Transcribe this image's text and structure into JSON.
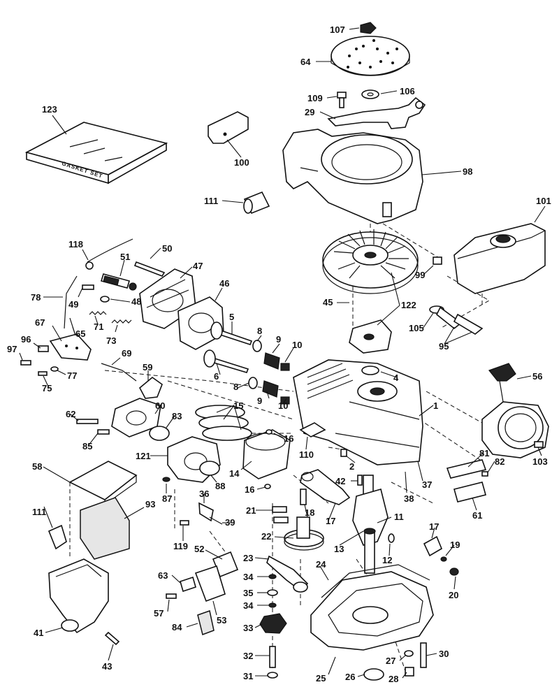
{
  "diagram": {
    "kit_label": "GASKET SET",
    "callouts": [
      {
        "id": "107",
        "label": "107"
      },
      {
        "id": "64",
        "label": "64"
      },
      {
        "id": "109",
        "label": "109"
      },
      {
        "id": "106",
        "label": "106"
      },
      {
        "id": "29",
        "label": "29"
      },
      {
        "id": "123",
        "label": "123"
      },
      {
        "id": "100",
        "label": "100"
      },
      {
        "id": "98",
        "label": "98"
      },
      {
        "id": "111a",
        "label": "111"
      },
      {
        "id": "101",
        "label": "101"
      },
      {
        "id": "118",
        "label": "118"
      },
      {
        "id": "50",
        "label": "50"
      },
      {
        "id": "51",
        "label": "51"
      },
      {
        "id": "47",
        "label": "47"
      },
      {
        "id": "99",
        "label": "99"
      },
      {
        "id": "78",
        "label": "78"
      },
      {
        "id": "49",
        "label": "49"
      },
      {
        "id": "48",
        "label": "48"
      },
      {
        "id": "46",
        "label": "46"
      },
      {
        "id": "45",
        "label": "45"
      },
      {
        "id": "122",
        "label": "122"
      },
      {
        "id": "67",
        "label": "67"
      },
      {
        "id": "71",
        "label": "71"
      },
      {
        "id": "73",
        "label": "73"
      },
      {
        "id": "5",
        "label": "5"
      },
      {
        "id": "65",
        "label": "65"
      },
      {
        "id": "96",
        "label": "96"
      },
      {
        "id": "97",
        "label": "97"
      },
      {
        "id": "8a",
        "label": "8"
      },
      {
        "id": "9a",
        "label": "9"
      },
      {
        "id": "10a",
        "label": "10"
      },
      {
        "id": "105",
        "label": "105"
      },
      {
        "id": "95",
        "label": "95"
      },
      {
        "id": "69",
        "label": "69"
      },
      {
        "id": "77",
        "label": "77"
      },
      {
        "id": "75",
        "label": "75"
      },
      {
        "id": "6",
        "label": "6"
      },
      {
        "id": "4",
        "label": "4"
      },
      {
        "id": "59",
        "label": "59"
      },
      {
        "id": "8b",
        "label": "8"
      },
      {
        "id": "9b",
        "label": "9"
      },
      {
        "id": "10b",
        "label": "10"
      },
      {
        "id": "56",
        "label": "56"
      },
      {
        "id": "62",
        "label": "62"
      },
      {
        "id": "60",
        "label": "60"
      },
      {
        "id": "15",
        "label": "15"
      },
      {
        "id": "1",
        "label": "1"
      },
      {
        "id": "83",
        "label": "83"
      },
      {
        "id": "85",
        "label": "85"
      },
      {
        "id": "16a",
        "label": "16"
      },
      {
        "id": "121",
        "label": "121"
      },
      {
        "id": "110",
        "label": "110"
      },
      {
        "id": "14",
        "label": "14"
      },
      {
        "id": "2",
        "label": "2"
      },
      {
        "id": "81",
        "label": "81"
      },
      {
        "id": "82",
        "label": "82"
      },
      {
        "id": "58",
        "label": "58"
      },
      {
        "id": "103",
        "label": "103"
      },
      {
        "id": "37",
        "label": "37"
      },
      {
        "id": "88",
        "label": "88"
      },
      {
        "id": "87",
        "label": "87"
      },
      {
        "id": "42",
        "label": "42"
      },
      {
        "id": "16b",
        "label": "16"
      },
      {
        "id": "36",
        "label": "36"
      },
      {
        "id": "38",
        "label": "38"
      },
      {
        "id": "61",
        "label": "61"
      },
      {
        "id": "111b",
        "label": "111"
      },
      {
        "id": "93",
        "label": "93"
      },
      {
        "id": "21",
        "label": "21"
      },
      {
        "id": "18",
        "label": "18"
      },
      {
        "id": "39",
        "label": "39"
      },
      {
        "id": "17a",
        "label": "17"
      },
      {
        "id": "11",
        "label": "11"
      },
      {
        "id": "119",
        "label": "119"
      },
      {
        "id": "22",
        "label": "22"
      },
      {
        "id": "13",
        "label": "13"
      },
      {
        "id": "17b",
        "label": "17"
      },
      {
        "id": "19",
        "label": "19"
      },
      {
        "id": "12",
        "label": "12"
      },
      {
        "id": "52",
        "label": "52"
      },
      {
        "id": "23",
        "label": "23"
      },
      {
        "id": "24",
        "label": "24"
      },
      {
        "id": "20",
        "label": "20"
      },
      {
        "id": "63",
        "label": "63"
      },
      {
        "id": "34a",
        "label": "34"
      },
      {
        "id": "35",
        "label": "35"
      },
      {
        "id": "57",
        "label": "57"
      },
      {
        "id": "53",
        "label": "53"
      },
      {
        "id": "34b",
        "label": "34"
      },
      {
        "id": "41",
        "label": "41"
      },
      {
        "id": "84",
        "label": "84"
      },
      {
        "id": "33",
        "label": "33"
      },
      {
        "id": "43",
        "label": "43"
      },
      {
        "id": "32",
        "label": "32"
      },
      {
        "id": "30",
        "label": "30"
      },
      {
        "id": "27",
        "label": "27"
      },
      {
        "id": "25",
        "label": "25"
      },
      {
        "id": "26",
        "label": "26"
      },
      {
        "id": "28",
        "label": "28"
      },
      {
        "id": "31",
        "label": "31"
      }
    ]
  }
}
